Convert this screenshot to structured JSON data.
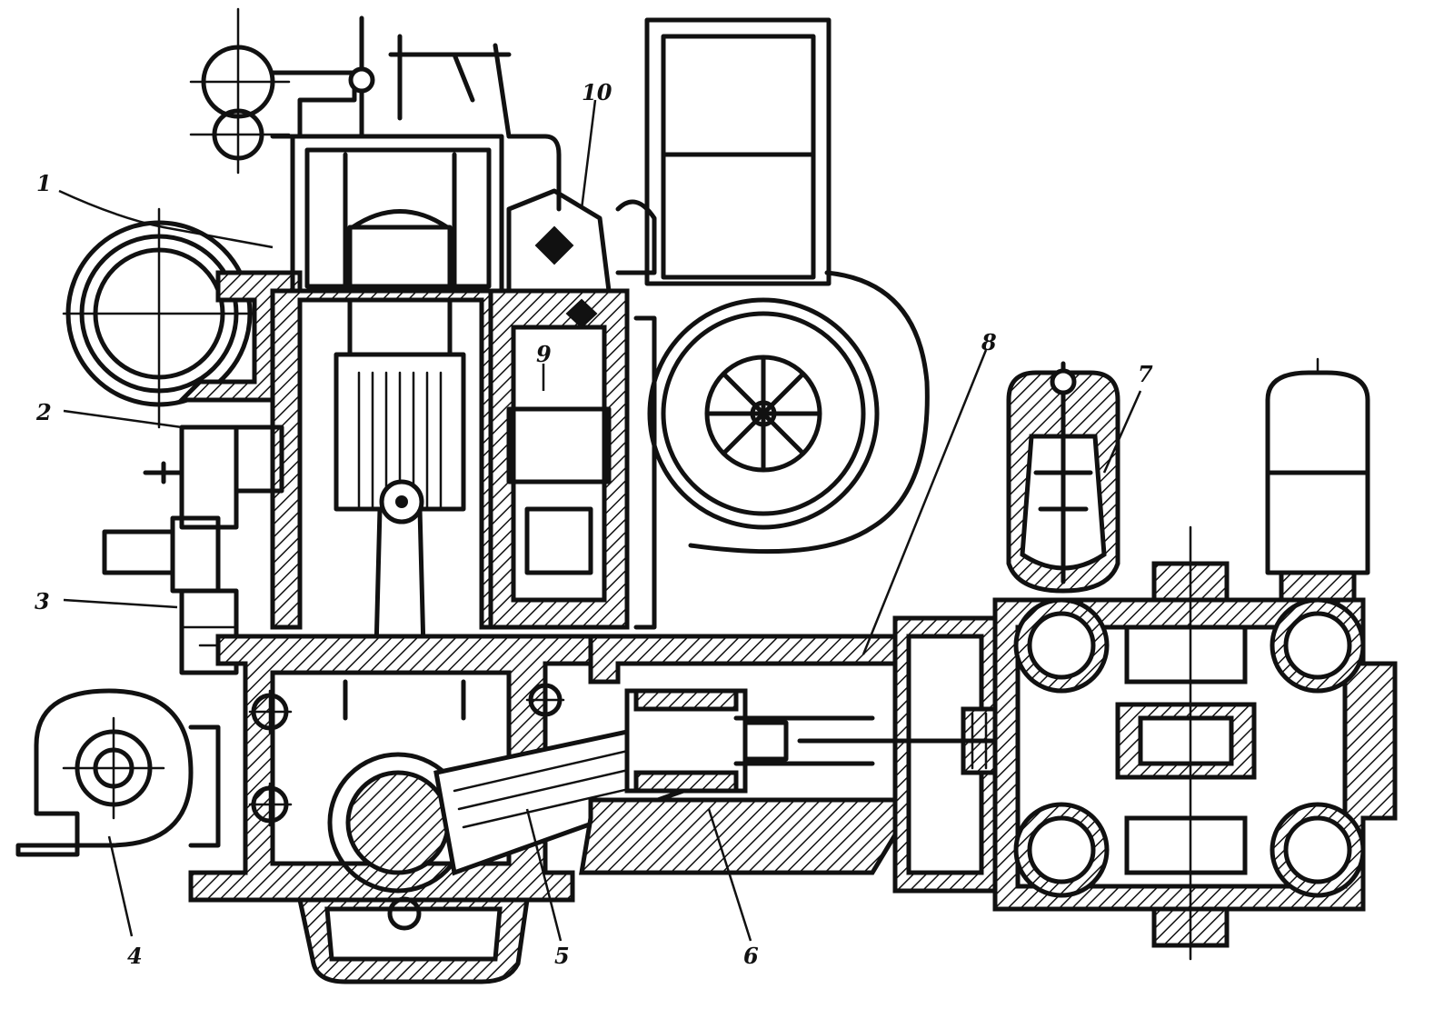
{
  "callouts": {
    "c1": "1",
    "c2": "2",
    "c3": "3",
    "c4": "4",
    "c5": "5",
    "c6": "6",
    "c7": "7",
    "c8": "8",
    "c9": "9",
    "c10": "10"
  },
  "colors": {
    "ink": "#111111",
    "paper": "#ffffff"
  }
}
